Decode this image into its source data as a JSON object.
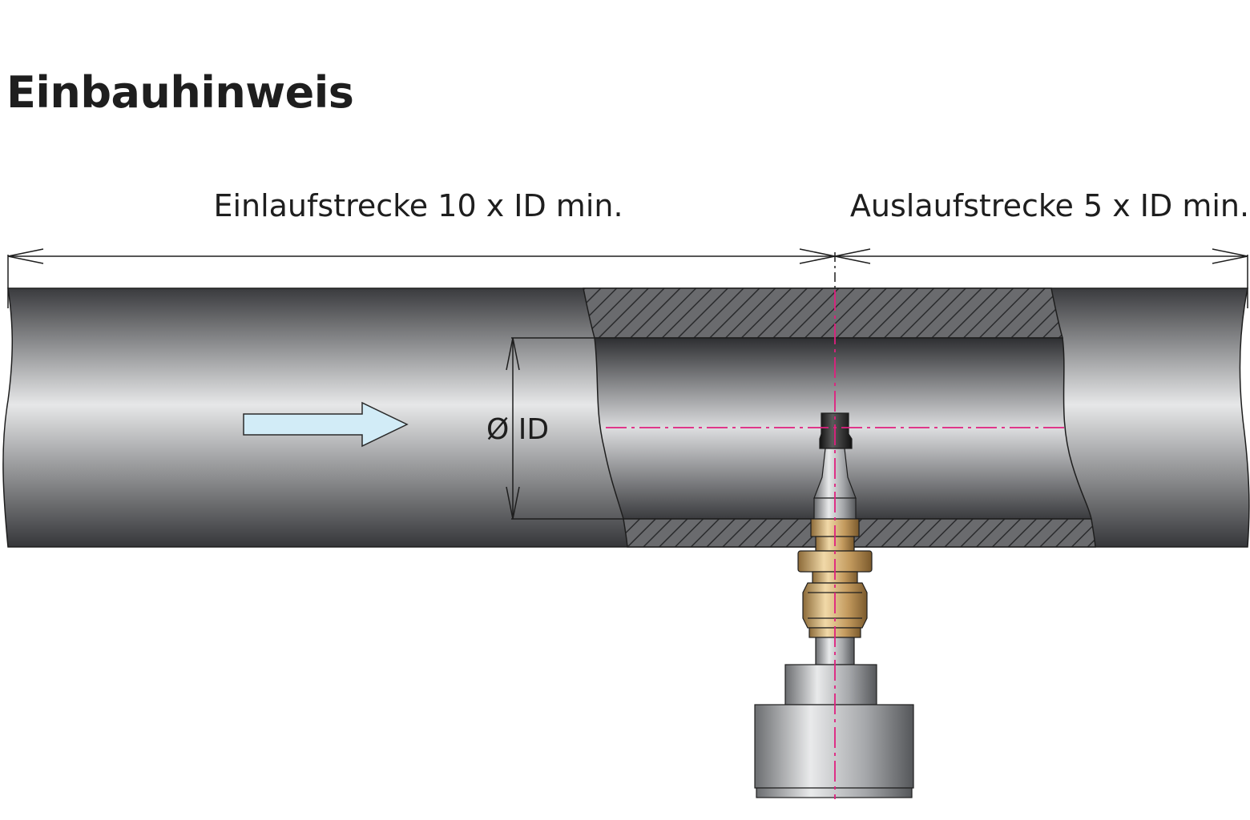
{
  "title": "Einbauhinweis",
  "inlet_label": "Einlaufstrecke 10 x ID min.",
  "outlet_label": "Auslaufstrecke 5 x ID min.",
  "diameter_label": "Ø ID",
  "colors": {
    "pipe_dark": "#3a3b3e",
    "pipe_light": "#e6e7e8",
    "hatch": "#4a4b4e",
    "flow_arrow": "#d2ecf7",
    "centerline": "#e0207f",
    "brass": "#c9a46a",
    "steel": "#b9bbbd"
  },
  "icons": {
    "flow_direction": "arrow-right-icon",
    "sensor": "flow-sensor-icon"
  }
}
